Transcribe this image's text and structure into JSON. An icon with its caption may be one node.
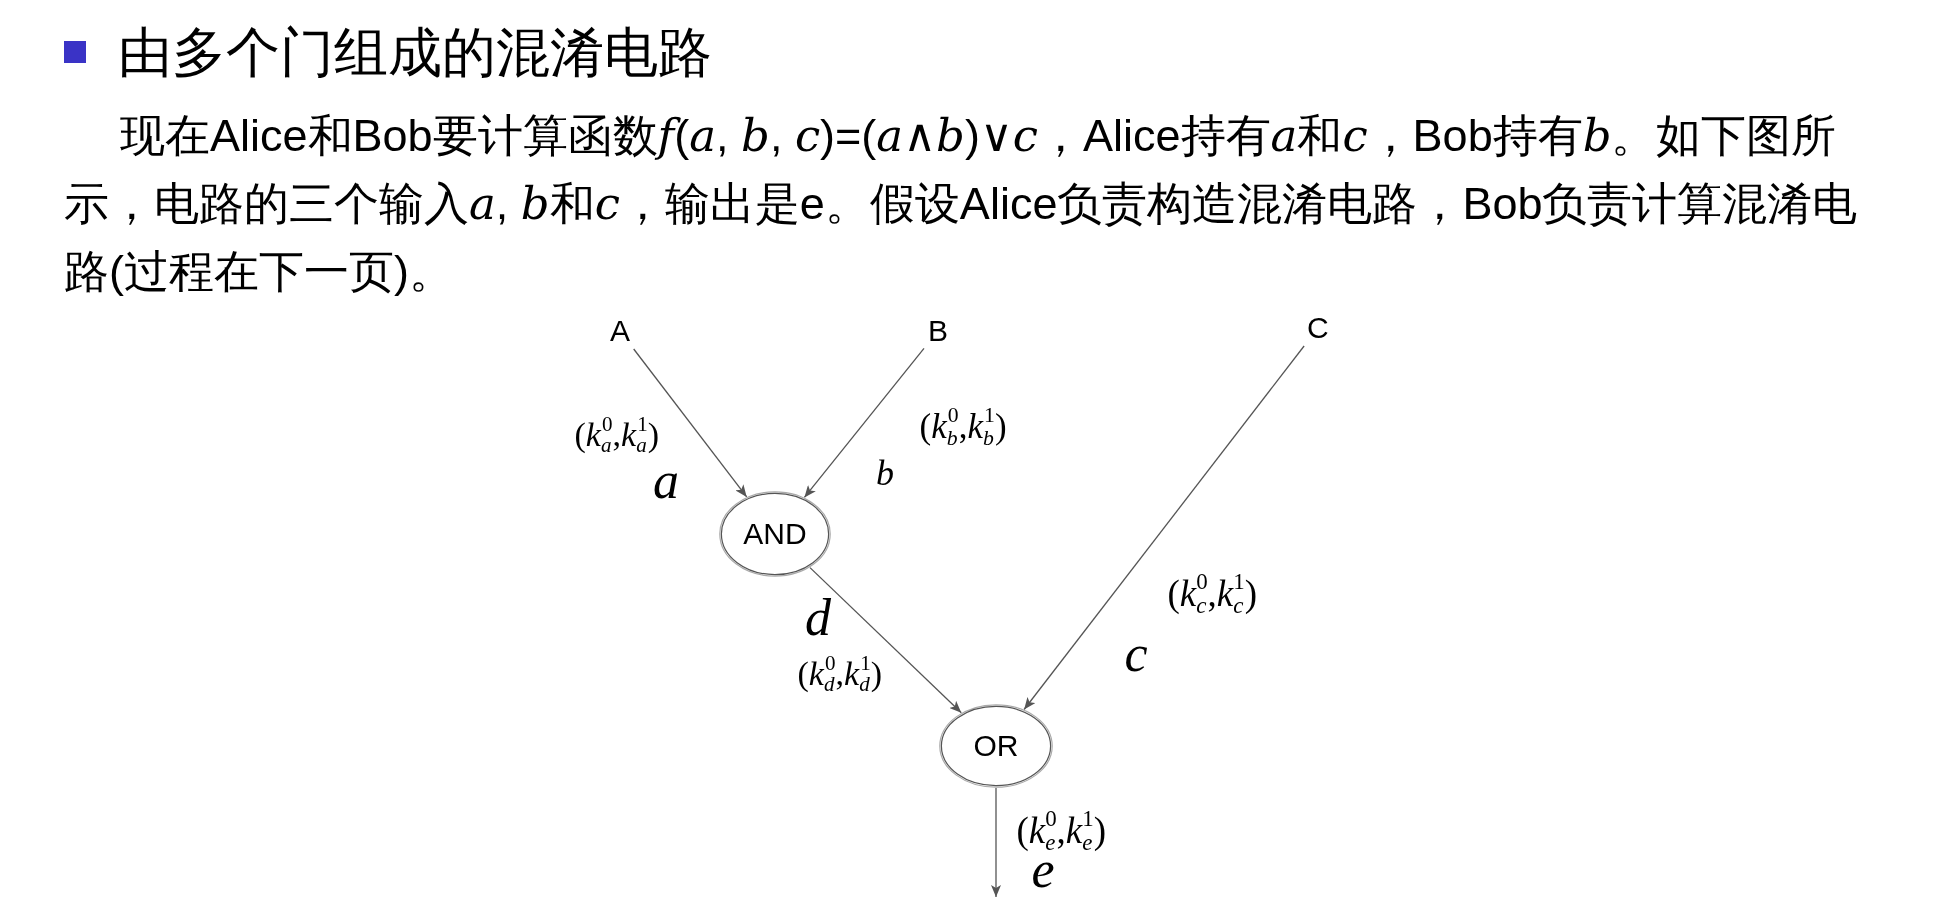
{
  "diagram": {
    "title": "由多个门组成的混淆电路",
    "nodes": [
      {
        "text": [
          "A"
        ]
      },
      {
        "text": [
          "B"
        ]
      },
      {
        "text": [
          "C"
        ]
      },
      {
        "text": [
          "AND"
        ]
      },
      {
        "text": [
          "OR"
        ]
      }
    ],
    "edges": [
      {
        "from": 0,
        "to": 3,
        "arrow": "to",
        "label": "(*k*$_{a}$$^{0}$,*k*$_{a}$$^{1}$)"
      },
      {
        "from": 1,
        "to": 3,
        "arrow": "to",
        "label": "(*k*$_{b}$$^{0}$,*k*$_{b}$$^{1}$)"
      },
      {
        "from": 2,
        "to": 4,
        "arrow": "to",
        "label": "(*k*$_{c}$$^{0}$,*k*$_{c}$$^{1}$)"
      },
      {
        "from": 3,
        "to": 4,
        "arrow": "to",
        "label": "(*k*$_{d}$$^{0}$,*k*$_{d}$$^{1}$)"
      },
      {
        "from": 4,
        "to": null,
        "arrow": "to",
        "label": "(*k*$_{e}$$^{0}$,*k*$_{e}$$^{1}$)"
      }
    ],
    "labels": [
      "现在Alice和Bob要计算函数𝑓(𝑎, 𝑏, 𝑐)=(𝑎∧𝑏)∨𝑐，Alice持有𝑎和𝑐，Bob持有𝑏。如下图所示，电路的三个输入𝑎, 𝑏和𝑐，输出是e。假设Alice负责构造混淆电路，Bob负责计算混淆电路(过程在下一页)。",
      "a",
      "b",
      "d",
      "c",
      "e"
    ]
  }
}
